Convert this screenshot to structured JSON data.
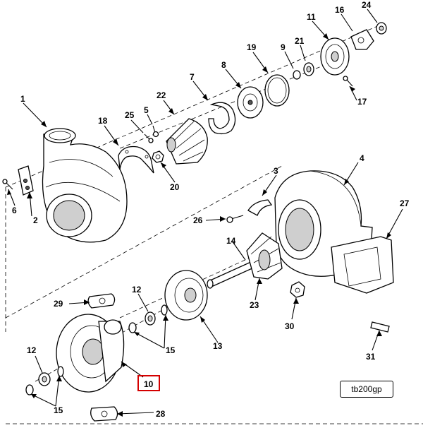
{
  "callouts": {
    "c1": "1",
    "c2": "2",
    "c3": "3",
    "c4": "4",
    "c5": "5",
    "c6": "6",
    "c7": "7",
    "c8": "8",
    "c9": "9",
    "c10": "10",
    "c11": "11",
    "c12a": "12",
    "c12b": "12",
    "c13": "13",
    "c14": "14",
    "c15a": "15",
    "c15b": "15",
    "c16": "16",
    "c17": "17",
    "c18": "18",
    "c19": "19",
    "c20": "20",
    "c21": "21",
    "c22": "22",
    "c23": "23",
    "c24": "24",
    "c25": "25",
    "c26": "26",
    "c27": "27",
    "c28": "28",
    "c29": "29",
    "c30": "30",
    "c31": "31"
  },
  "highlighted_callout": "10",
  "figure_code": "tb200gp",
  "colors": {
    "highlight": "#d40000",
    "line": "#000000"
  }
}
